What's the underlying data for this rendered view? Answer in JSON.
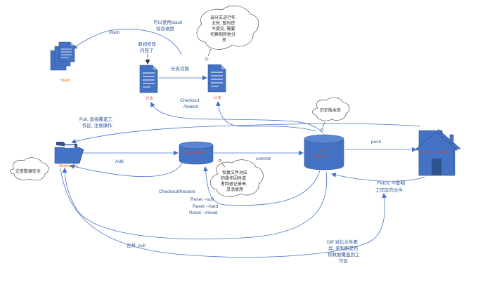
{
  "nodes": {
    "stash_node": "Stash",
    "file1": "分支",
    "file2": "分支",
    "workspace": "Workspace",
    "stage": "Stage(index)",
    "local_repo": [
      "Local",
      "repository"
    ],
    "remote_repo": "Remote repository"
  },
  "arrows": {
    "stash": "stash",
    "branch_switch": "分支切换",
    "checkout_switch": [
      "Checkout",
      "/Switch"
    ],
    "pull_overwrite": [
      "Pull, 直接覆盖工",
      "作区, 注意操作"
    ],
    "add": "Add",
    "commit": "commit",
    "push": "push",
    "checkout_restore": "Checkout/Restore",
    "reset": [
      "Reset --soft",
      "Reset  --hard",
      "Reset --mixed"
    ],
    "merge_pull": "合并, pull",
    "fetch": [
      "Fetch, 不影响",
      "工作区的文件"
    ],
    "diff": [
      "Diff 对比文件差",
      "异, 来判断是否",
      "将数据覆盖到工",
      "作区"
    ]
  },
  "notes": {
    "stash_progress": [
      "可以使用stash",
      "保存进度"
    ],
    "modify": [
      "假如修改",
      "内容了"
    ],
    "cloud_branch": [
      "当分支进行作",
      "业时, 暂时还",
      "不提交, 需要",
      "切换到其他分",
      "支"
    ],
    "cloud_history": "历史版本库",
    "cloud_data_safe": "注意数据安全",
    "cloud_reset": [
      "恢复文件对应",
      "的操作因时或",
      "者回退记录来,",
      "灵活使用"
    ]
  },
  "colors": {
    "blue": "#4472c4",
    "blue_dark": "#2f528f",
    "arrow": "#4472c4",
    "label": "#2e5596",
    "orange": "#e46c0a"
  }
}
